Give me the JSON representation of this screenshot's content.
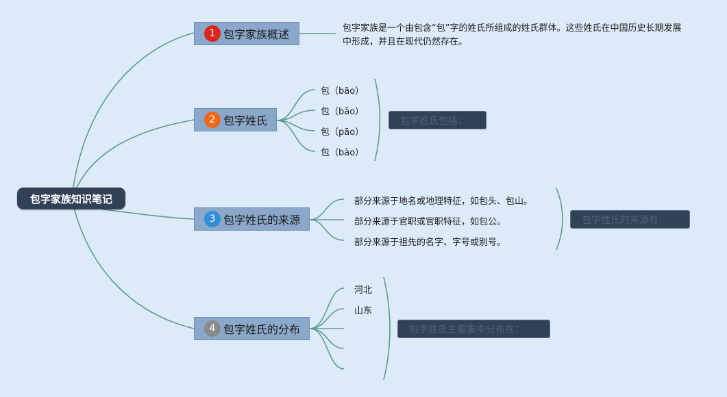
{
  "root": {
    "label": "包字家族知识笔记"
  },
  "topics": [
    {
      "number": "1",
      "label": "包字家族概述",
      "color": "#d7271e"
    },
    {
      "number": "2",
      "label": "包字姓氏",
      "color": "#ea6a1b"
    },
    {
      "number": "3",
      "label": "包字姓氏的来源",
      "color": "#2f8fd8"
    },
    {
      "number": "4",
      "label": "包字姓氏的分布",
      "color": "#8b8b8b"
    }
  ],
  "overview": {
    "text": "包字家族是一个由包含“包”字的姓氏所组成的姓氏群体。这些姓氏在中国历史长期发展中形成，并且在现代仍然存在。"
  },
  "surnames": {
    "items": [
      "包（bāo）",
      "包（bǎo）",
      "包（pāo）",
      "包（bào）"
    ],
    "summary": "包字姓氏包括："
  },
  "origins": {
    "items": [
      "部分来源于地名或地理特征，如包头、包山。",
      "部分来源于官职或官职特征，如包公。",
      "部分来源于祖先的名字、字号或别号。"
    ],
    "summary": "包字姓氏的来源有："
  },
  "distribution": {
    "items": [
      "河北",
      "山东",
      "",
      "",
      ""
    ],
    "summary": "包字姓氏主要集中分布在："
  },
  "colors": {
    "background": "#ddebf8",
    "line": "#5f9a90",
    "topic_fill": "#8ba7c9",
    "root_fill": "#334155"
  }
}
